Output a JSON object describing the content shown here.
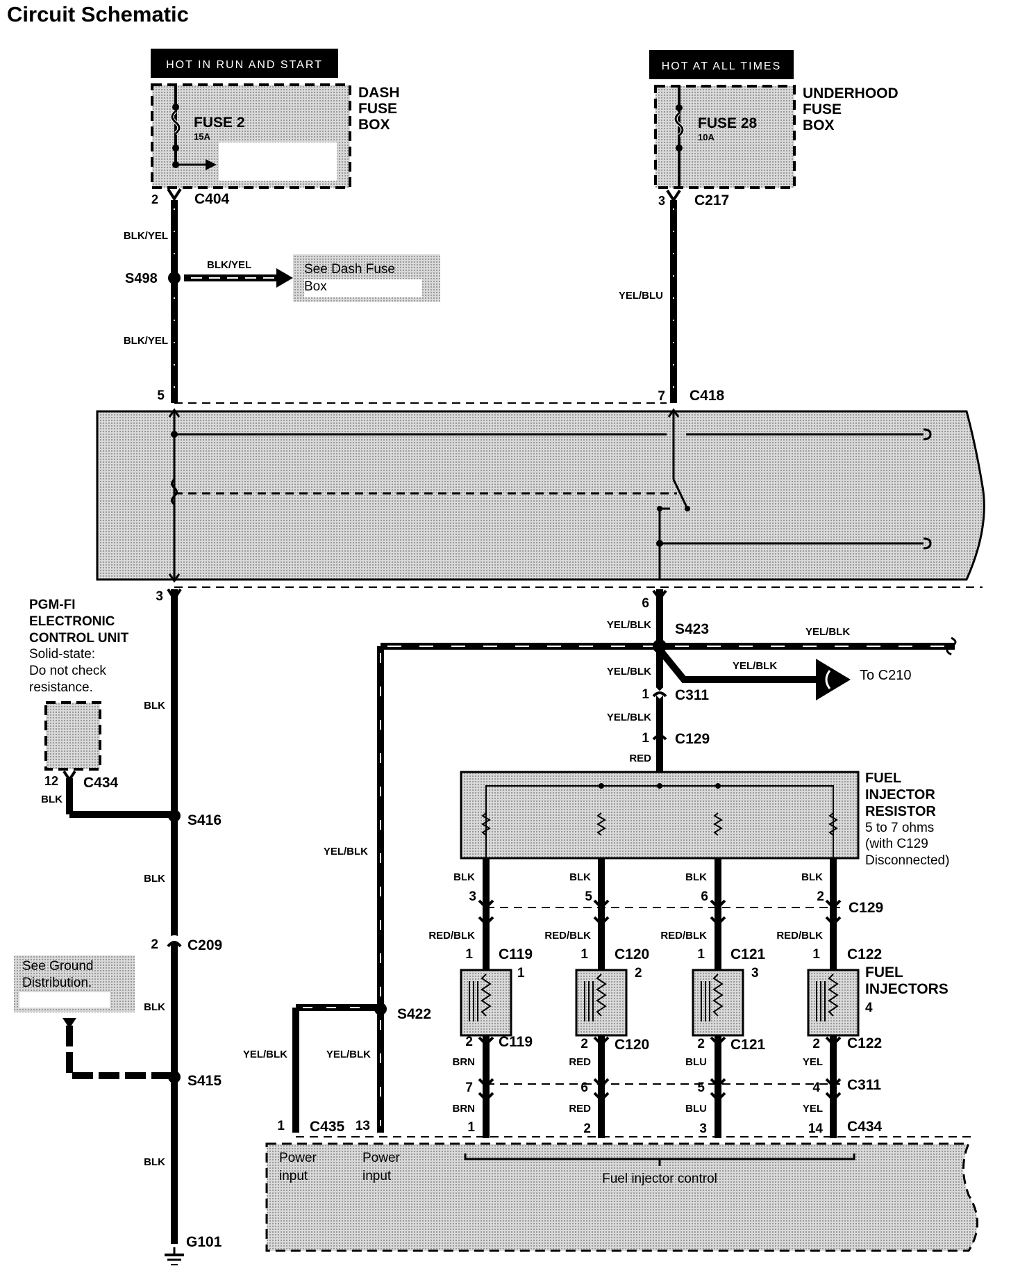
{
  "title": "Circuit Schematic",
  "power": {
    "hot_run_start": "HOT IN  RUN  AND  START",
    "hot_all_times": "HOT AT ALL TIMES"
  },
  "dash_fuse_box": {
    "label": [
      "DASH",
      "FUSE",
      "BOX"
    ],
    "fuse": "FUSE 2",
    "amps": "15A"
  },
  "underhood_fuse_box": {
    "label": [
      "UNDERHOOD",
      "FUSE",
      "BOX"
    ],
    "fuse": "FUSE 28",
    "amps": "10A"
  },
  "connectors": {
    "c404": "C404",
    "c217": "C217",
    "c418": "C418",
    "s498": "S498",
    "s423": "S423",
    "c311a": "C311",
    "c129a": "C129",
    "c434a": "C434",
    "s416": "S416",
    "c209": "C209",
    "s415": "S415",
    "g101": "G101",
    "c129b": "C129",
    "c119a": "C119",
    "c120a": "C120",
    "c121a": "C121",
    "c122a": "C122",
    "c119b": "C119",
    "c120b": "C120",
    "c121b": "C121",
    "c122b": "C122",
    "c311b": "C311",
    "s422": "S422",
    "c435": "C435",
    "c434b": "C434"
  },
  "pins": {
    "p2_c404": "2",
    "p3_c217": "3",
    "p5_c418": "5",
    "p7_c418": "7",
    "p3_ecu": "3",
    "p6_s423": "6",
    "p1_c311": "1",
    "p1_c129": "1",
    "p12_c434": "12",
    "p2_c209": "2",
    "c129_3": "3",
    "c129_5": "5",
    "c129_6": "6",
    "c129_2": "2",
    "inj_top_1": "1",
    "inj_top_2": "1",
    "inj_top_3": "1",
    "inj_top_4": "1",
    "inj_bot_1": "2",
    "inj_bot_2": "2",
    "inj_bot_3": "2",
    "inj_bot_4": "2",
    "c311_7": "7",
    "c311_6": "6",
    "c311_5": "5",
    "c311_4": "4",
    "c434_1": "1",
    "c434_2": "2",
    "c434_3": "3",
    "c434_14": "14",
    "c435_1": "1",
    "c435_13": "13"
  },
  "wires": {
    "blk_yel_1": "BLK/YEL",
    "blk_yel_2": "BLK/YEL",
    "blk_yel_3": "BLK/YEL",
    "yel_blu": "YEL/BLU",
    "yel_blk_1": "YEL/BLK",
    "yel_blk_2": "YEL/BLK",
    "yel_blk_3": "YEL/BLK",
    "yel_blk_4": "YEL/BLK",
    "yel_blk_5": "YEL/BLK",
    "yel_blk_6": "YEL/BLK",
    "yel_blk_7": "YEL/BLK",
    "yel_blk_8": "YEL/BLK",
    "red": "RED",
    "blk_1": "BLK",
    "blk_2": "BLK",
    "blk_3": "BLK",
    "blk_4": "BLK",
    "blk_5": "BLK",
    "blk_6": "BLK",
    "blk_7": "BLK",
    "blk_8": "BLK",
    "blk_9": "BLK",
    "red_blk_1": "RED/BLK",
    "red_blk_2": "RED/BLK",
    "red_blk_3": "RED/BLK",
    "red_blk_4": "RED/BLK",
    "brn_1": "BRN",
    "brn_2": "BRN",
    "red_1": "RED",
    "red_2": "RED",
    "blu_1": "BLU",
    "blu_2": "BLU",
    "yel_1": "YEL",
    "yel_2": "YEL"
  },
  "notes": {
    "see_dash_fuse": [
      "See Dash Fuse",
      "Box"
    ],
    "see_ground": [
      "See Ground",
      "Distribution."
    ],
    "to_c210": "To C210"
  },
  "ecu": {
    "name": [
      "PGM-FI",
      "ELECTRONIC",
      "CONTROL UNIT"
    ],
    "note": [
      "Solid-state:",
      "Do not check",
      "resistance."
    ]
  },
  "resistor": {
    "name": [
      "FUEL",
      "INJECTOR",
      "RESISTOR"
    ],
    "spec": [
      "5 to 7 ohms",
      "(with C129",
      "Disconnected)"
    ]
  },
  "injectors": {
    "name": [
      "FUEL",
      "INJECTORS"
    ],
    "numbers": [
      "1",
      "2",
      "3",
      "4"
    ]
  },
  "ecu_bottom": {
    "power_input_1": [
      "Power",
      "input"
    ],
    "power_input_2": [
      "Power",
      "input"
    ],
    "fuel_injector_control": "Fuel injector control"
  }
}
